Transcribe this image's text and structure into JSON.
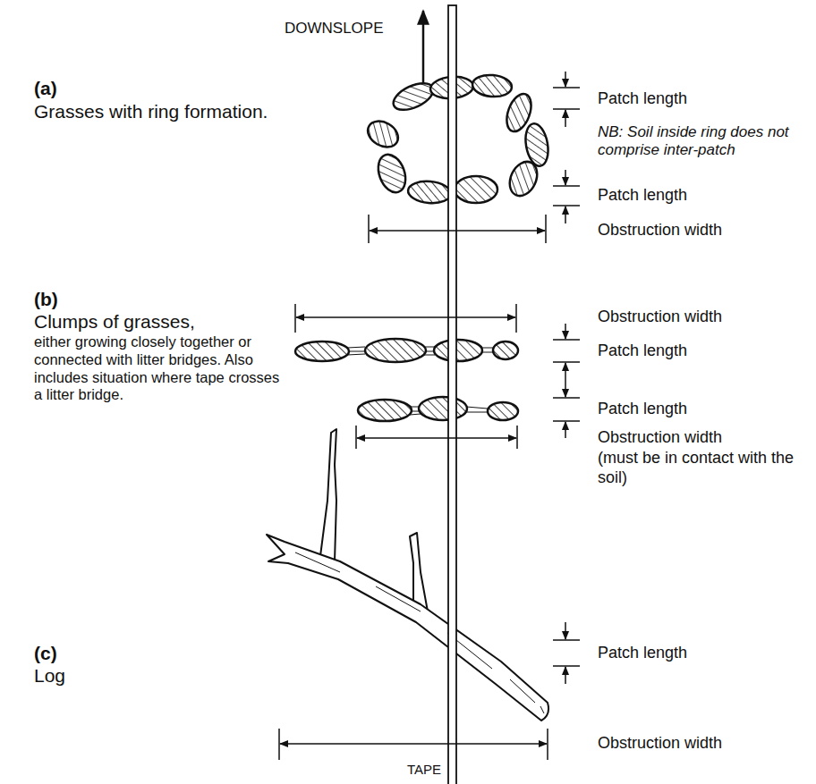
{
  "diagram": {
    "labels": [
      "DOWNSLOPE",
      "(a)",
      "Grasses with ring formation.",
      "Patch length",
      "NB: Soil inside ring does not comprise inter-patch",
      "Patch length",
      "Obstruction width",
      "(b)",
      "Clumps of grasses,",
      "either growing closely together or connected with litter bridges. Also includes situation where tape crosses a litter bridge.",
      "Obstruction width",
      "Patch length",
      "Patch length",
      "Obstruction width",
      "(must be in contact with the soil)",
      "(c)",
      "Log",
      "Patch length",
      "Obstruction width",
      "TAPE"
    ]
  }
}
